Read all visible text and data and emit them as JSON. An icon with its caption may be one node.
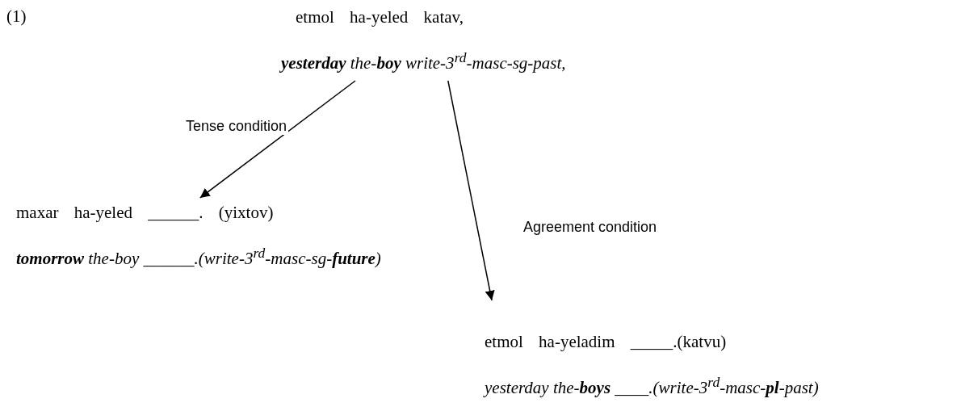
{
  "diagram": {
    "nodes": [
      {
        "text": [
          "etmol ha-yeled katav,",
          "**yesterday** the-**boy** write-3$^{rd}$-masc-sg-past,"
        ]
      },
      {
        "text": [
          "maxar ha-yeled ______. (yixtov)",
          "**tomorrow** the-boy ______.(write-3$^{rd}$-masc-sg-**future**)"
        ]
      },
      {
        "text": [
          "etmol ha-yeladim _____.(katvu)",
          "yesterday the-**boys** ____.(write-3$^{rd}$-masc-**pl**-past)"
        ]
      }
    ],
    "edges": [
      {
        "from": 0,
        "to": 1,
        "arrow": "to",
        "label": "Tense condition"
      },
      {
        "from": 0,
        "to": 2,
        "arrow": "to",
        "label": "Agreement condition"
      }
    ],
    "labels": [
      "(1)"
    ]
  }
}
